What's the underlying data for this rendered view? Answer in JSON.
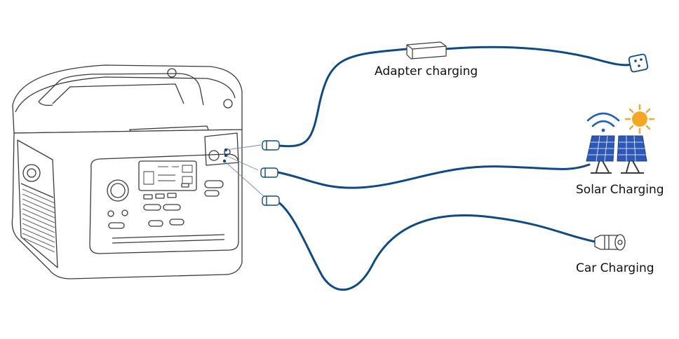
{
  "labels": {
    "adapter": "Adapter charging",
    "solar": "Solar Charging",
    "car": "Car Charging"
  },
  "colors": {
    "cable": "#0e4a86",
    "outline": "#3a3a3a",
    "panel": "#2d58b8",
    "sun": "#f5a623",
    "wifi": "#1f5fbf",
    "text": "#111111"
  },
  "icons": {
    "station": "power-station-icon",
    "adapter": "power-adapter-icon",
    "plug": "wall-socket-icon",
    "solar": "solar-panel-icon",
    "sun": "sun-icon",
    "signal": "wireless-signal-icon",
    "car": "car-charger-icon"
  }
}
